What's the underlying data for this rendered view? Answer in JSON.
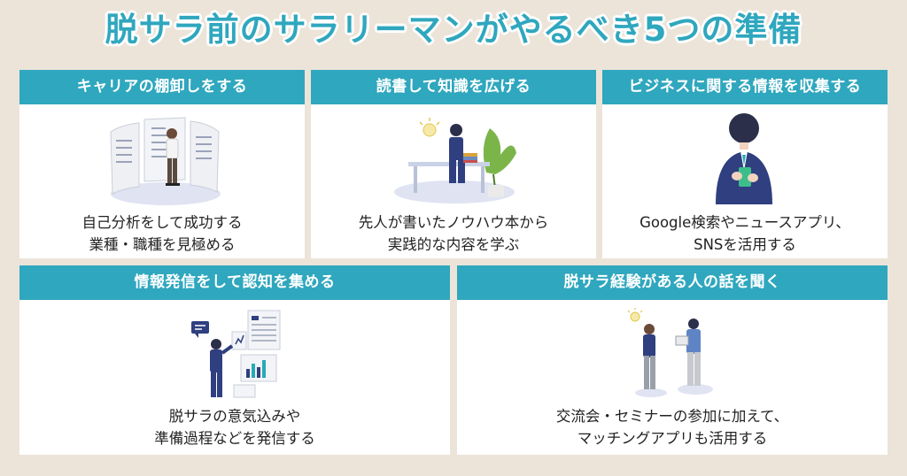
{
  "title": "脱サラ前のサラリーマンがやるべき5つの準備",
  "cards": [
    {
      "heading": "キャリアの棚卸しをする",
      "desc_line1": "自己分析をして成功する",
      "desc_line2": "業種・職種を見極める"
    },
    {
      "heading": "読書して知識を広げる",
      "desc_line1": "先人が書いたノウハウ本から",
      "desc_line2": "実践的な内容を学ぶ"
    },
    {
      "heading": "ビジネスに関する情報を収集する",
      "desc_line1": "Google検索やニュースアプリ、",
      "desc_line2": "SNSを活用する"
    },
    {
      "heading": "情報発信をして認知を集める",
      "desc_line1": "脱サラの意気込みや",
      "desc_line2": "準備過程などを発信する"
    },
    {
      "heading": "脱サラ経験がある人の話を聞く",
      "desc_line1": "交流会・セミナーの参加に加えて、",
      "desc_line2": "マッチングアプリも活用する"
    }
  ],
  "colors": {
    "accent": "#2fa7be",
    "background": "#ece4d9",
    "navy": "#2f3f7f",
    "card": "#ffffff"
  },
  "icons": [
    "person-with-panels-illustration",
    "person-reading-at-desk-illustration",
    "person-with-smartphone-illustration",
    "person-presenting-charts-illustration",
    "two-people-talking-illustration"
  ]
}
